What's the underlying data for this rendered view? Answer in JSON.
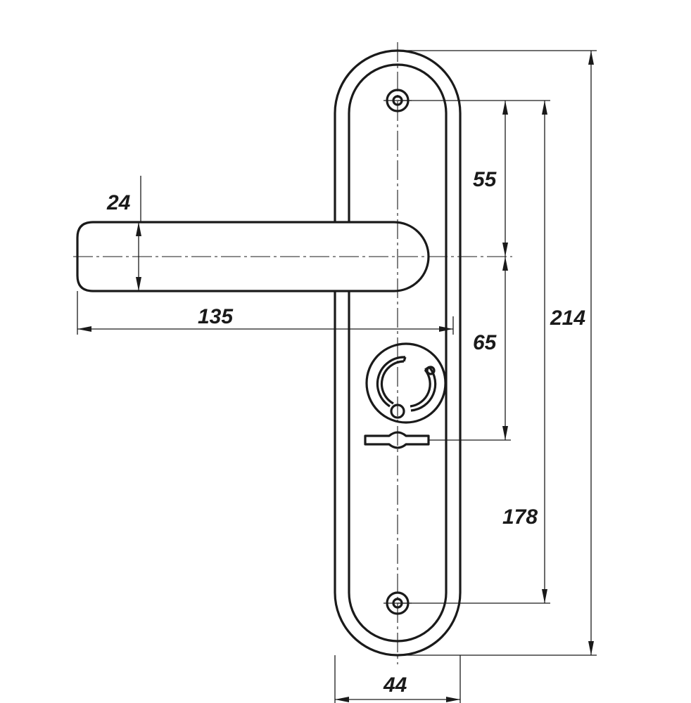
{
  "drawing": {
    "subject": "door-handle-on-backplate",
    "line_color": "#1a1a1a",
    "background": "#ffffff"
  },
  "dimensions": {
    "lever_thickness": "24",
    "lever_length": "135",
    "top_screw_to_lever_axis": "55",
    "lever_axis_to_key_slot": "65",
    "total_plate_height": "214",
    "screw_to_screw_distance": "178",
    "plate_width": "44"
  }
}
